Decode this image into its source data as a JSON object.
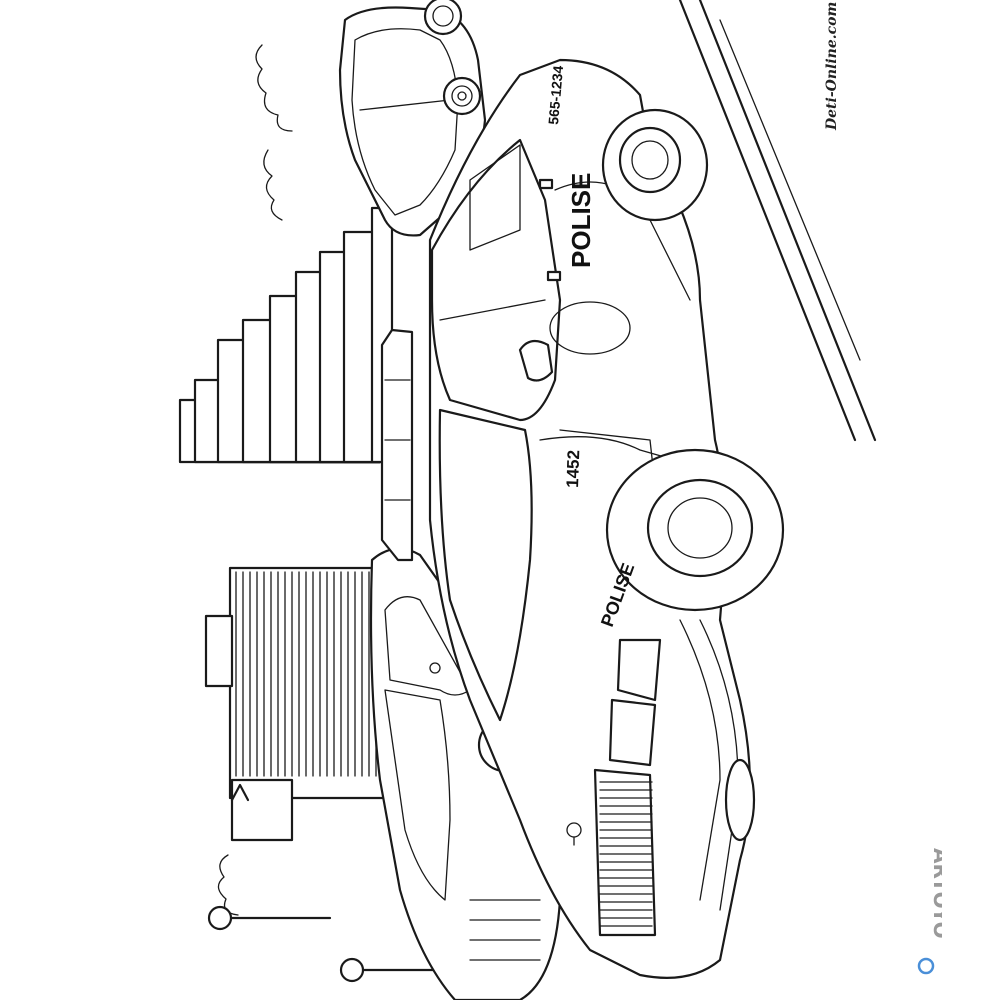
{
  "lettering": {
    "door_polise": "POLISE",
    "hood_polise": "POLISE",
    "roof_phone": "565-1234",
    "unit_number": "1452",
    "signature": "Deti-Online.com",
    "watermark": "ARTOYO"
  },
  "colors": {
    "ink": "#1a1a1a",
    "paper": "#ffffff",
    "watermark": "#9a9a9a"
  }
}
